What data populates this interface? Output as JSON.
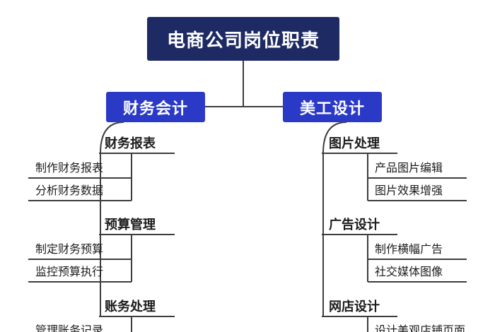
{
  "root": {
    "label": "电商公司岗位职责"
  },
  "branches": {
    "left": {
      "label": "财务会计",
      "sections": [
        {
          "label": "财务报表",
          "children": [
            {
              "label": "制作财务报表"
            },
            {
              "label": "分析财务数据"
            }
          ]
        },
        {
          "label": "预算管理",
          "children": [
            {
              "label": "制定财务预算"
            },
            {
              "label": "监控预算执行"
            }
          ]
        },
        {
          "label": "账务处理",
          "children": [
            {
              "label": "管理账务记录"
            }
          ]
        }
      ]
    },
    "right": {
      "label": "美工设计",
      "sections": [
        {
          "label": "图片处理",
          "children": [
            {
              "label": "产品图片编辑"
            },
            {
              "label": "图片效果增强"
            }
          ]
        },
        {
          "label": "广告设计",
          "children": [
            {
              "label": "制作横幅广告"
            },
            {
              "label": "社交媒体图像"
            }
          ]
        },
        {
          "label": "网店设计",
          "children": [
            {
              "label": "设计美观店铺页面"
            }
          ]
        }
      ]
    }
  },
  "colors": {
    "root_bg": "#1e2a63",
    "branch_bg": "#2a3ac7",
    "line": "#3d3d3d",
    "text": "#1c1c1c",
    "background": "#ffffff"
  }
}
